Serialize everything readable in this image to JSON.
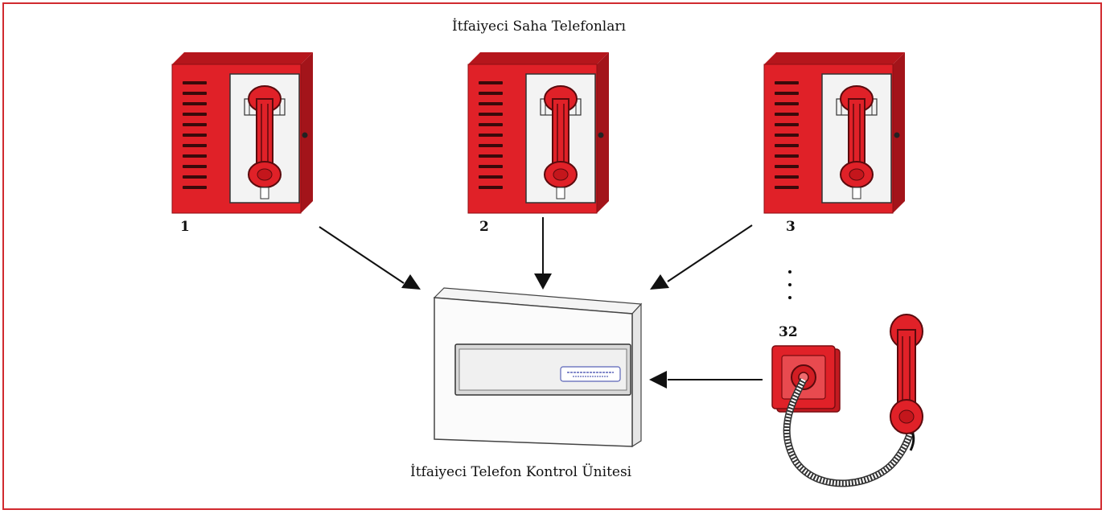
{
  "diagram": {
    "title_top": "İtfaiyeci Saha Telefonları",
    "title_bottom": "İtfaiyeci Telefon Kontrol Ünitesi",
    "phones": [
      {
        "label": "1"
      },
      {
        "label": "2"
      },
      {
        "label": "3"
      },
      {
        "label": "32"
      }
    ],
    "colors": {
      "frame": "#d12a2f",
      "cabinet_red": "#e02128",
      "cabinet_dark": "#a3141a",
      "arrow": "#111111"
    }
  }
}
